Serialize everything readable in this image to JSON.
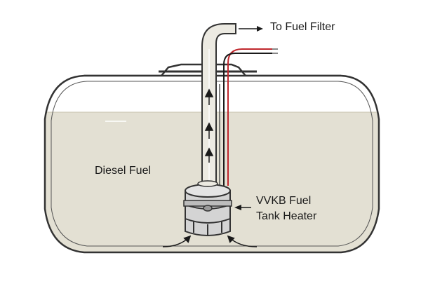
{
  "labels": {
    "to_fuel_filter": "To Fuel Filter",
    "diesel_fuel": "Diesel Fuel",
    "heater_line1": "VVKB Fuel",
    "heater_line2": "Tank Heater"
  },
  "colors": {
    "tank_outline": "#333333",
    "fuel_fill": "#e3e0d3",
    "tank_empty": "#ffffff",
    "pipe_fill": "#eceae2",
    "heater_body": "#d4d4d4",
    "wire_red": "#c0272d",
    "wire_black": "#1a1a1a"
  },
  "icons": {
    "flow_arrow": "arrow-up-icon",
    "pointer_arrow": "arrow-left-icon",
    "intake_arrow": "curved-arrow-icon"
  }
}
